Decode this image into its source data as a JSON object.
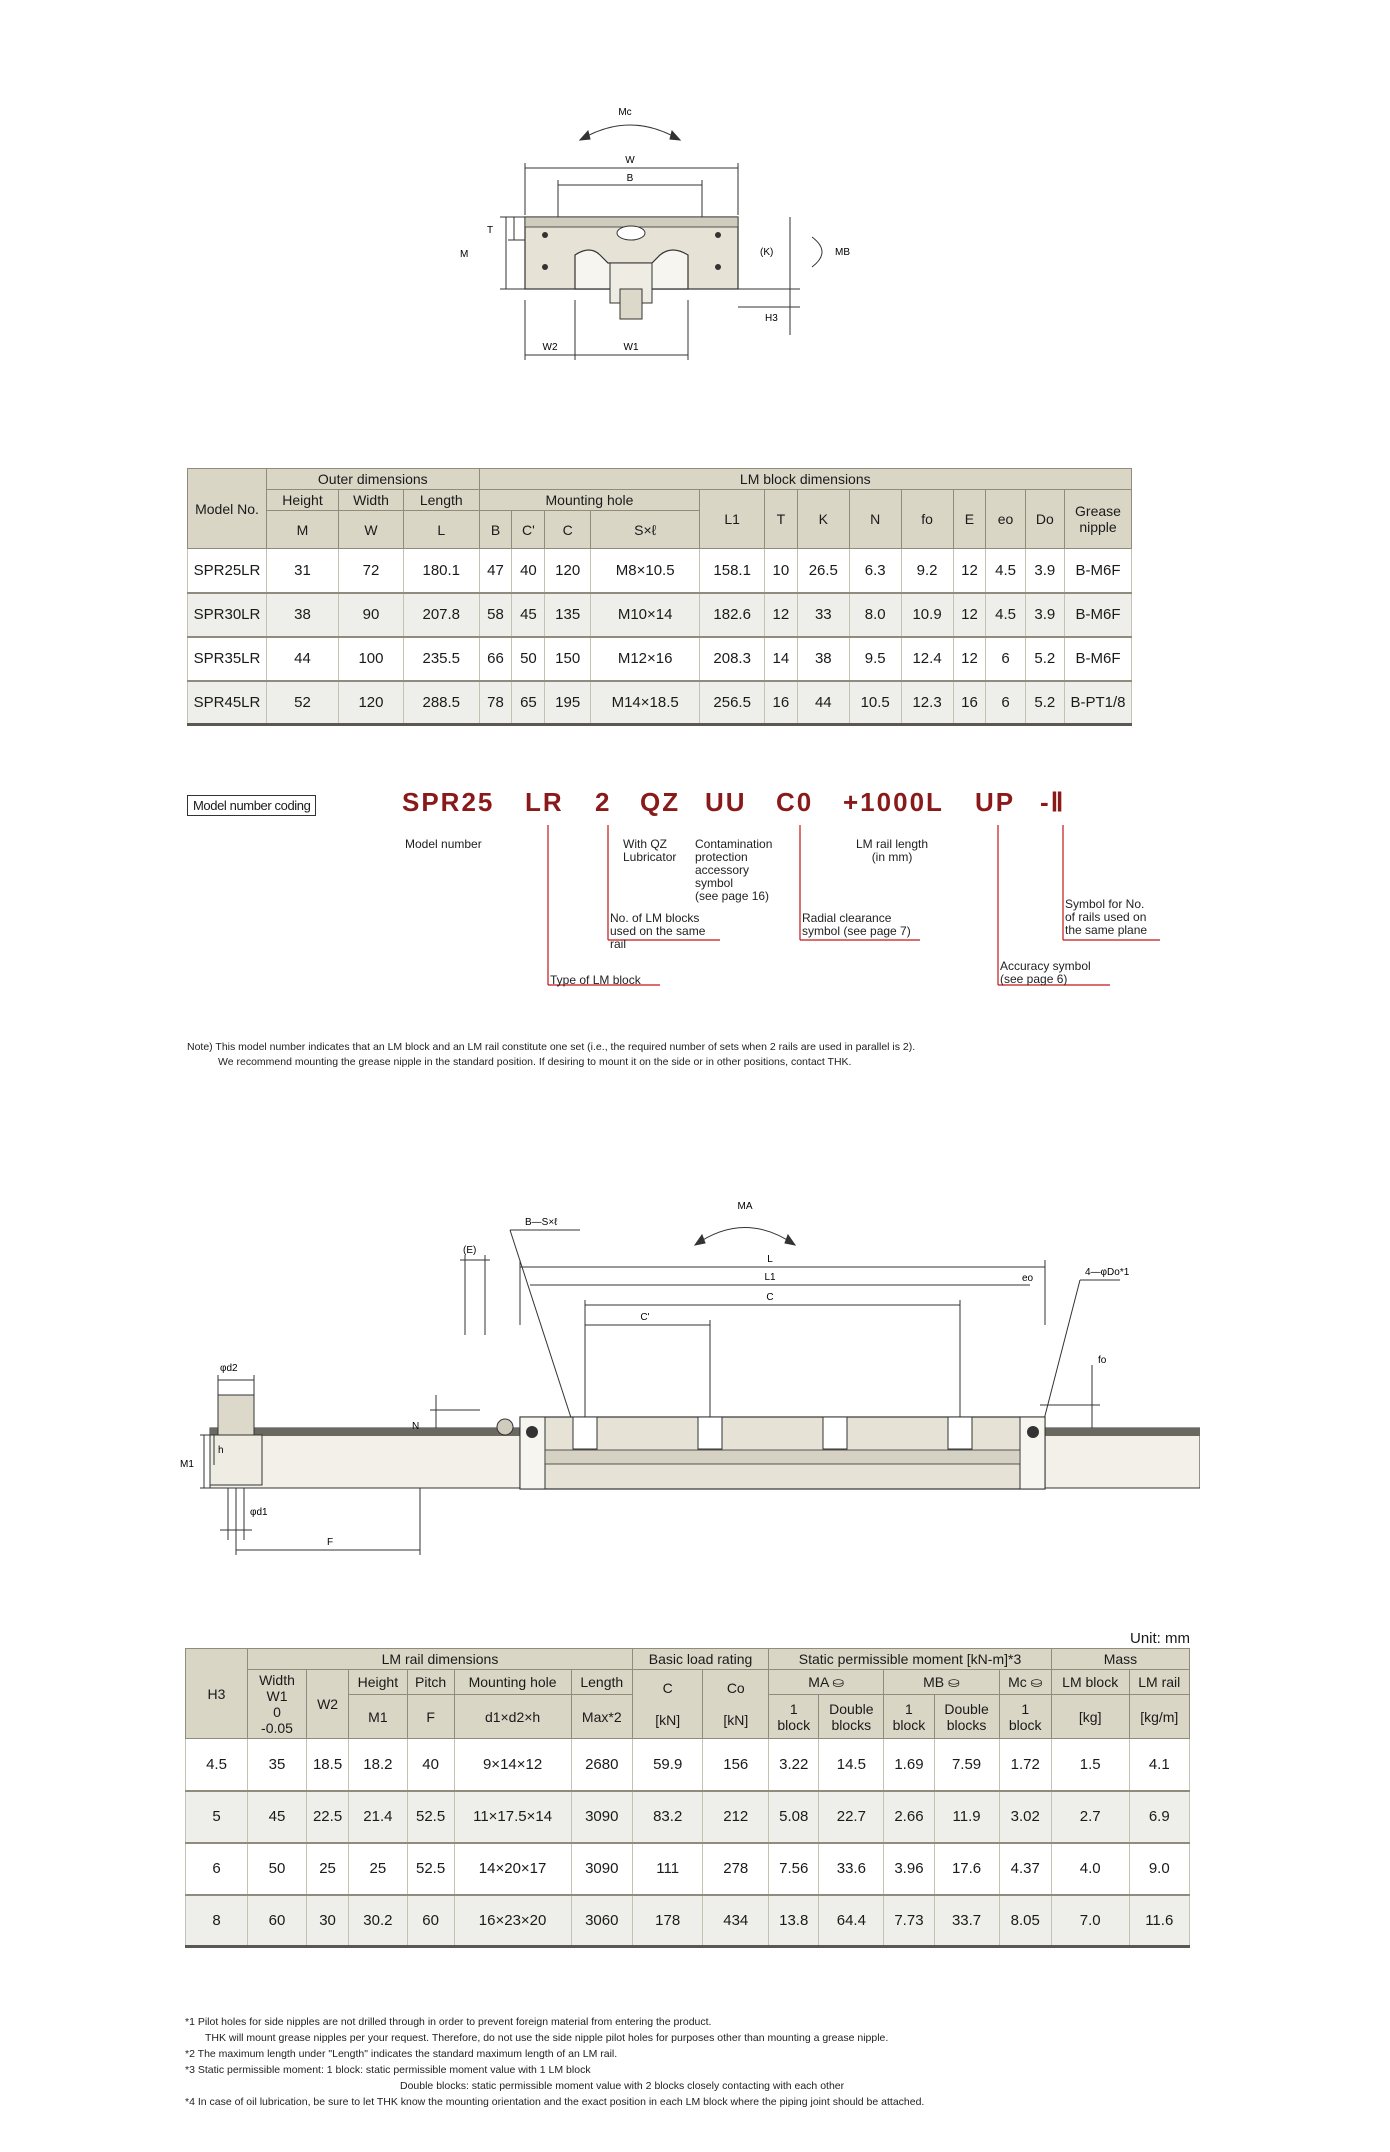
{
  "top_drawing": {
    "labels": {
      "mc": "Mc",
      "w": "W",
      "b": "B",
      "t": "T",
      "m": "M",
      "k": "(K)",
      "mb": "MB",
      "h3": "H3",
      "w2": "W2",
      "w1": "W1"
    }
  },
  "block_table": {
    "header": {
      "model_no": "Model No.",
      "outer": "Outer dimensions",
      "lm_block": "LM block dimensions",
      "height": "Height",
      "width": "Width",
      "length": "Length",
      "mounting_hole": "Mounting hole",
      "grease": "Grease nipple",
      "sym": [
        "M",
        "W",
        "L",
        "B",
        "C'",
        "C",
        "S×ℓ",
        "L1",
        "T",
        "K",
        "N",
        "fo",
        "E",
        "eo",
        "Do"
      ]
    },
    "rows": [
      [
        "SPR25LR",
        "31",
        "72",
        "180.1",
        "47",
        "40",
        "120",
        "M8×10.5",
        "158.1",
        "10",
        "26.5",
        "6.3",
        "9.2",
        "12",
        "4.5",
        "3.9",
        "B-M6F"
      ],
      [
        "SPR30LR",
        "38",
        "90",
        "207.8",
        "58",
        "45",
        "135",
        "M10×14",
        "182.6",
        "12",
        "33",
        "8.0",
        "10.9",
        "12",
        "4.5",
        "3.9",
        "B-M6F"
      ],
      [
        "SPR35LR",
        "44",
        "100",
        "235.5",
        "66",
        "50",
        "150",
        "M12×16",
        "208.3",
        "14",
        "38",
        "9.5",
        "12.4",
        "12",
        "6",
        "5.2",
        "B-M6F"
      ],
      [
        "SPR45LR",
        "52",
        "120",
        "288.5",
        "78",
        "65",
        "195",
        "M14×18.5",
        "256.5",
        "16",
        "44",
        "10.5",
        "12.3",
        "16",
        "6",
        "5.2",
        "B-PT1/8"
      ]
    ]
  },
  "coding": {
    "box_label": "Model number coding",
    "parts": [
      "SPR25",
      "LR",
      "2",
      "QZ",
      "UU",
      "C0",
      "+1000L",
      "UP",
      "-Ⅱ"
    ],
    "ann_model": "Model number",
    "ann_qz": "With QZ\nLubricator",
    "ann_contam": "Contamination\nprotection\naccessory\nsymbol\n(see page 16)",
    "ann_rail_len": "LM rail length\n(in mm)",
    "ann_blocks": "No. of LM blocks\nused on the same\nrail",
    "ann_radial": "Radial clearance\nsymbol (see page 7)",
    "ann_rails": "Symbol for No.\nof rails used on\nthe same plane",
    "ann_type": "Type of LM block",
    "ann_acc": "Accuracy symbol\n(see page 6)"
  },
  "notes1": [
    "Note) This model number indicates that an LM block and an LM rail constitute one set (i.e., the required number of sets when 2 rails are used in parallel is 2).",
    "We recommend mounting the grease nipple in the standard position. If desiring to mount it on the side or in other positions, contact THK."
  ],
  "side_drawing": {
    "labels": {
      "ma": "MA",
      "bsl": "B—S×ℓ",
      "e": "(E)",
      "l": "L",
      "l1": "L1",
      "c": "C",
      "cp": "C'",
      "eo": "eo",
      "do": "4—φDo*1",
      "fo": "fo",
      "n": "N",
      "d2": "φd2",
      "h": "h",
      "m1": "M1",
      "d1": "φd1",
      "f": "F"
    }
  },
  "rail_table": {
    "unit": "Unit: mm",
    "header": {
      "h3": "H3",
      "rail_dims": "LM rail dimensions",
      "basic": "Basic load rating",
      "static": "Static permissible moment [kN-m]*3",
      "mass": "Mass",
      "width": "Width",
      "w1": "W1",
      "w1tol1": "0",
      "w1tol2": "-0.05",
      "w2": "W2",
      "height": "Height",
      "m1": "M1",
      "pitch": "Pitch",
      "f": "F",
      "mhole": "Mounting hole",
      "mhole_sym": "d1×d2×h",
      "length": "Length",
      "max": "Max*2",
      "c": "C",
      "co": "Co",
      "kn": "[kN]",
      "ma": "MA",
      "mb": "MB",
      "mc": "Mc",
      "one_block": "1\nblock",
      "double": "Double\nblocks",
      "lm_block": "LM block",
      "lm_rail": "LM rail",
      "kg": "[kg]",
      "kgm": "[kg/m]"
    },
    "rows": [
      [
        "4.5",
        "35",
        "18.5",
        "18.2",
        "40",
        "9×14×12",
        "2680",
        "59.9",
        "156",
        "3.22",
        "14.5",
        "1.69",
        "7.59",
        "1.72",
        "1.5",
        "4.1"
      ],
      [
        "5",
        "45",
        "22.5",
        "21.4",
        "52.5",
        "11×17.5×14",
        "3090",
        "83.2",
        "212",
        "5.08",
        "22.7",
        "2.66",
        "11.9",
        "3.02",
        "2.7",
        "6.9"
      ],
      [
        "6",
        "50",
        "25",
        "25",
        "52.5",
        "14×20×17",
        "3090",
        "111",
        "278",
        "7.56",
        "33.6",
        "3.96",
        "17.6",
        "4.37",
        "4.0",
        "9.0"
      ],
      [
        "8",
        "60",
        "30",
        "30.2",
        "60",
        "16×23×20",
        "3060",
        "178",
        "434",
        "13.8",
        "64.4",
        "7.73",
        "33.7",
        "8.05",
        "7.0",
        "11.6"
      ]
    ]
  },
  "notes2": [
    "*1  Pilot holes for side nipples are not drilled through in order to prevent foreign material from entering the product.",
    "THK will mount grease nipples per your request. Therefore, do not use the side nipple pilot holes for purposes other than mounting a grease nipple.",
    "*2  The maximum length under \"Length\" indicates the standard maximum length of an LM rail.",
    "*3  Static permissible moment: 1 block: static permissible moment value with 1 LM block",
    "Double blocks: static permissible moment value with 2 blocks closely contacting with each other",
    "*4  In case of oil lubrication, be sure to let THK know the mounting orientation and the exact position in each LM block where the piping joint should be attached."
  ]
}
